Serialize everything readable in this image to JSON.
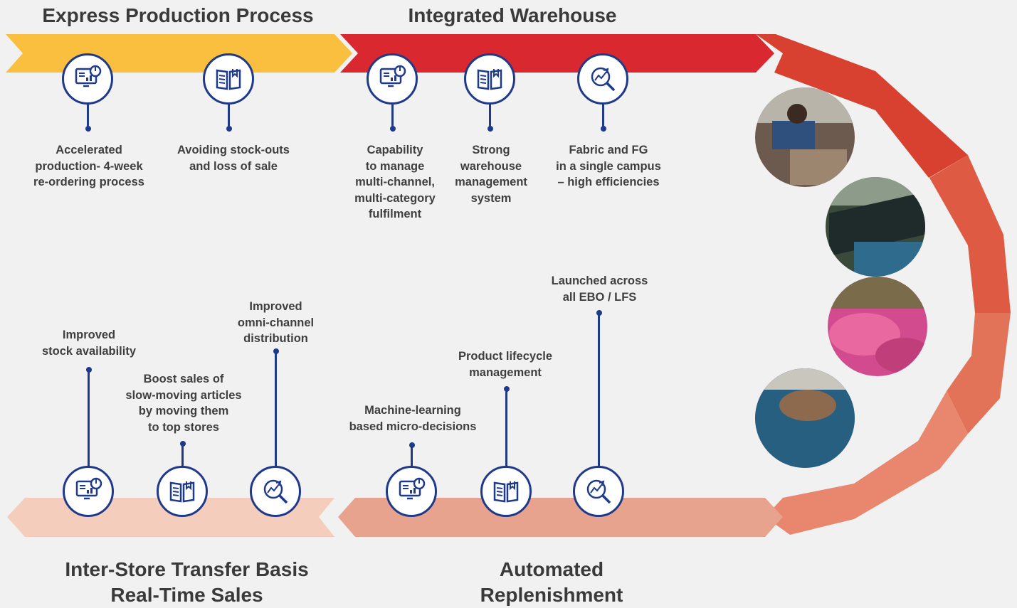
{
  "stages": {
    "express_production": {
      "title": "Express Production Process",
      "items": [
        {
          "label": "Accelerated\nproduction- 4-week\nre-ordering process",
          "icon": "monitor-analytics-icon"
        },
        {
          "label": "Avoiding stock-outs\nand loss of sale",
          "icon": "open-book-icon"
        }
      ]
    },
    "integrated_warehouse": {
      "title": "Integrated Warehouse",
      "items": [
        {
          "label": "Capability\nto manage\nmulti-channel,\nmulti-category\nfulfilment",
          "icon": "monitor-analytics-icon"
        },
        {
          "label": "Strong\nwarehouse\nmanagement\nsystem",
          "icon": "open-book-icon"
        },
        {
          "label": "Fabric and FG\nin a single campus\n– high efficiencies",
          "icon": "growth-magnifier-icon"
        }
      ]
    },
    "automated_replenishment": {
      "title": "Automated\nReplenishment",
      "items": [
        {
          "label": "Machine-learning\nbased micro-decisions",
          "icon": "monitor-analytics-icon"
        },
        {
          "label": "Product lifecycle\nmanagement",
          "icon": "open-book-icon"
        },
        {
          "label": "Launched across\nall EBO / LFS",
          "icon": "growth-magnifier-icon"
        }
      ]
    },
    "inter_store_transfer": {
      "title": "Inter-Store Transfer Basis\nReal-Time Sales",
      "items": [
        {
          "label": "Improved\nstock availability",
          "icon": "monitor-analytics-icon"
        },
        {
          "label": "Boost sales of\nslow-moving articles\nby moving them\nto top stores",
          "icon": "open-book-icon"
        },
        {
          "label": "Improved\nomni-channel\ndistribution",
          "icon": "growth-magnifier-icon"
        }
      ]
    }
  },
  "photos": [
    "garment-workers-photo",
    "sewing-machines-photo",
    "pink-fabric-photo",
    "hand-stitching-photo"
  ],
  "colors": {
    "yellow": "#fbbf3f",
    "red": "#d9282f",
    "salmon": "#e69b86",
    "peach": "#f2c4b3",
    "navy": "#1f3a8a",
    "background": "#f1f1f1",
    "text": "#3f3f3f"
  }
}
